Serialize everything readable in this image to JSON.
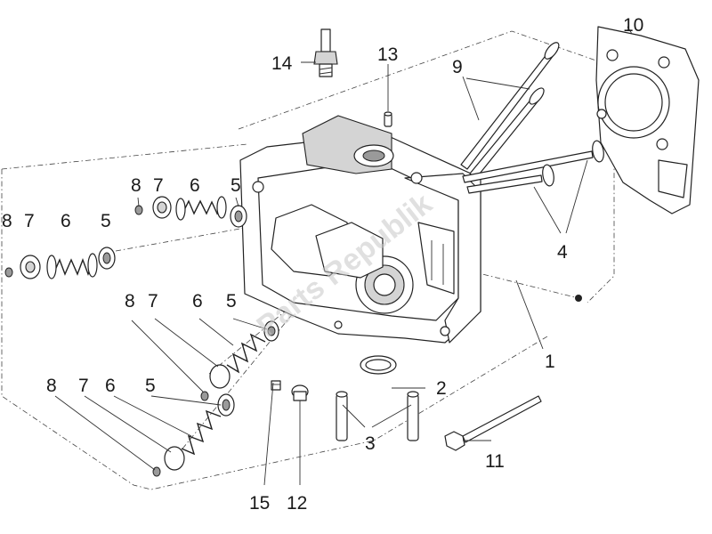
{
  "labels": {
    "n1": "1",
    "n2": "2",
    "n3": "3",
    "n4": "4",
    "n5": "5",
    "n6": "6",
    "n7": "7",
    "n8": "8",
    "n9": "9",
    "n10": "10",
    "n11": "11",
    "n12": "12",
    "n13": "13",
    "n14": "14",
    "n15": "15"
  },
  "watermark": "Parts Republik"
}
